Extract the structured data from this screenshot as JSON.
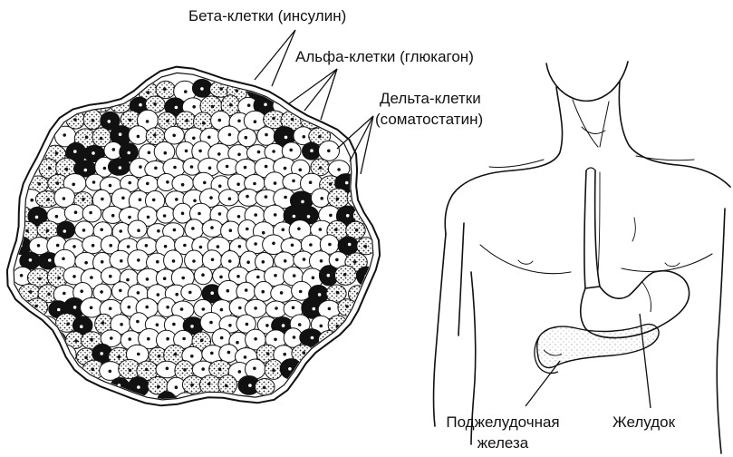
{
  "labels": {
    "beta": "Бета-клетки (инсулин)",
    "alpha": "Альфа-клетки (глюкагон)",
    "delta_line1": "Дельта-клетки",
    "delta_line2": "(соматостатин)",
    "pancreas_line1": "Поджелудочная",
    "pancreas_line2": "железа",
    "stomach": "Желудок"
  },
  "colors": {
    "ink": "#111111",
    "paper": "#ffffff",
    "alpha_cell_fill": "#111111",
    "delta_cell_fill": "#e6e6e6"
  }
}
